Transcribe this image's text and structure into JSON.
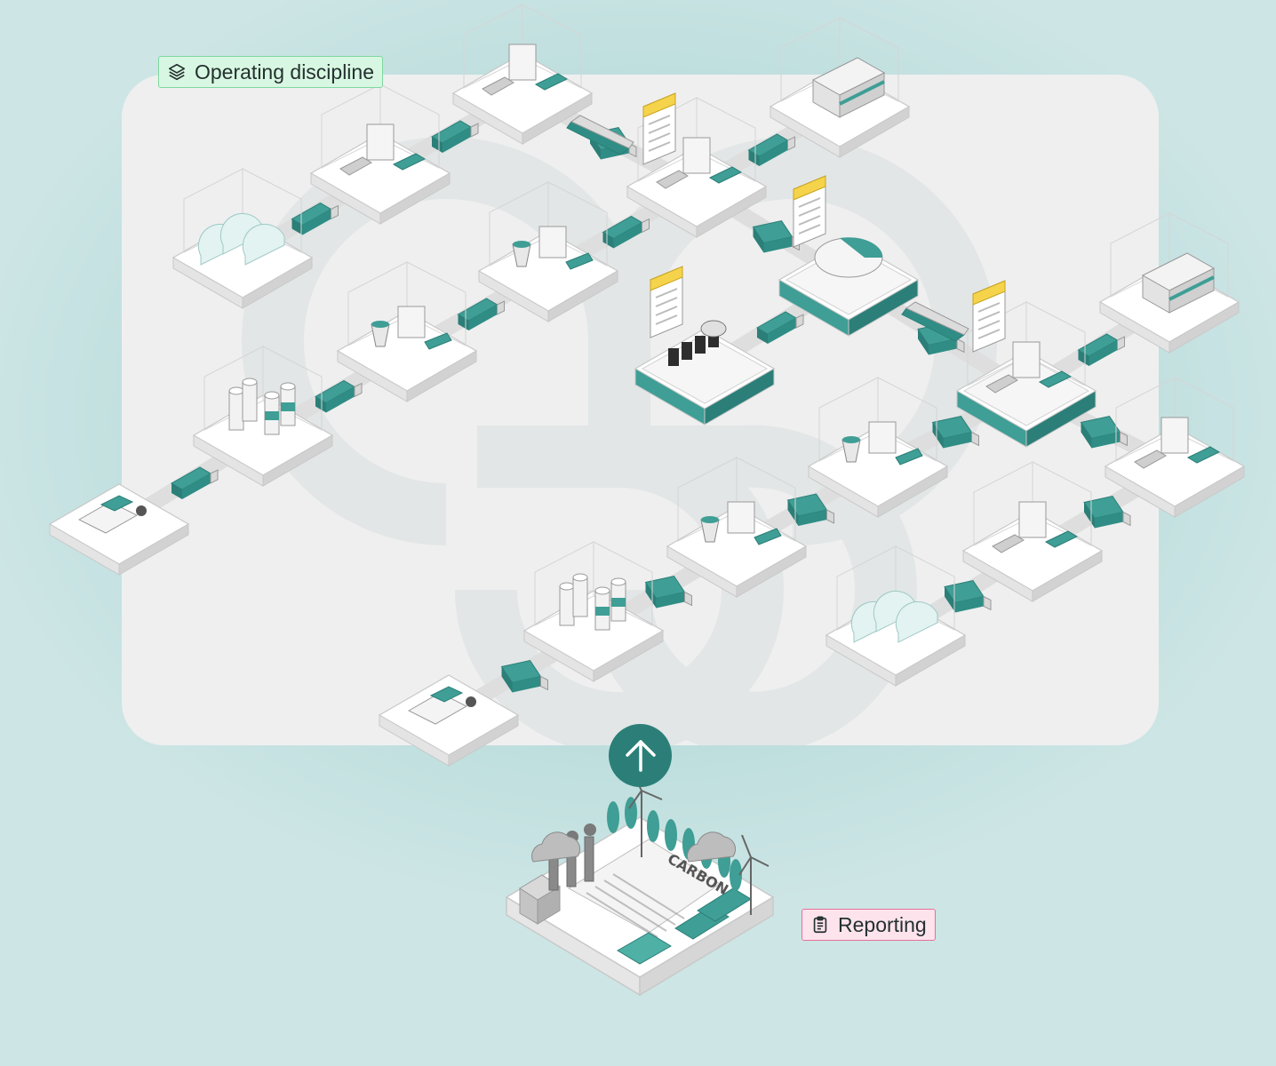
{
  "labels": {
    "operating_discipline": "Operating discipline",
    "reporting": "Reporting"
  },
  "carbon_text": "CARBON",
  "icons": {
    "operating_discipline": "layers-icon",
    "reporting": "clipboard-icon",
    "up_button": "arrow-up-icon"
  },
  "colors": {
    "background": "#cfe6e6",
    "panel": "#efefef",
    "accent_teal": "#3f9e95",
    "dark_teal": "#2b7f78",
    "ticket_yellow": "#f5d34a",
    "tag_green_bg": "#d8f7e2",
    "tag_pink_bg": "#fde4ec"
  }
}
